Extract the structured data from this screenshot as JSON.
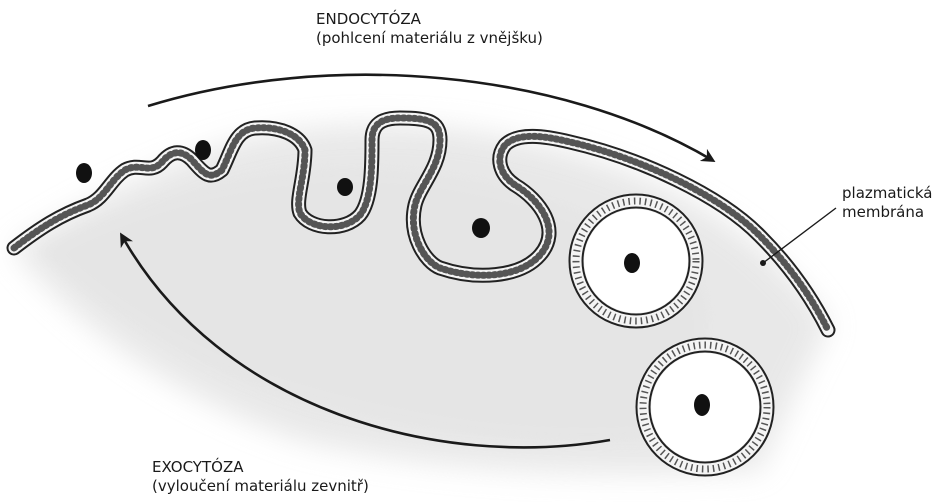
{
  "labels": {
    "endocytosis_title": "ENDOCYTÓZA",
    "endocytosis_subtitle": "(pohlcení materiálu z vnějšku)",
    "exocytosis_title": "EXOCYTÓZA",
    "exocytosis_subtitle": "(vyloučení materiálu zevnitř)",
    "membrane_line1": "plazmatická",
    "membrane_line2": "membrána"
  },
  "colors": {
    "ink": "#1a1a1a",
    "cytoplasm_shade": "#d9d9d9",
    "membrane_bead": "#f7f7f7",
    "particle": "#111111"
  }
}
